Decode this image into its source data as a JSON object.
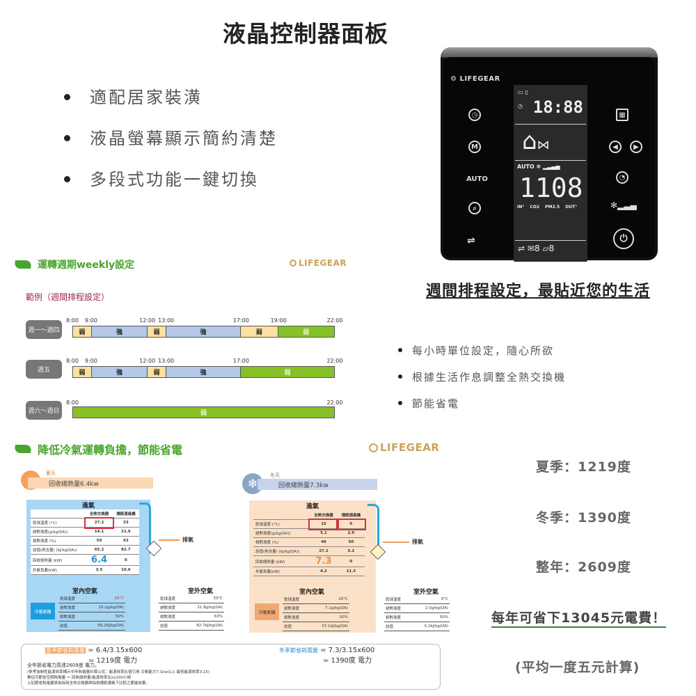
{
  "header": {
    "title": "液晶控制器面板",
    "features": [
      "適配居家裝潢",
      "液晶螢幕顯示簡約清楚",
      "多段式功能一鍵切換"
    ]
  },
  "device": {
    "brand": "LIFEGEAR",
    "lcd_time": "18:88",
    "lcd_mode": "AUTO",
    "lcd_value": "1108",
    "lcd_sensors": [
      "IN°",
      "CO2",
      "PM2.5",
      "OUT°"
    ],
    "lcd_bottom": [
      "8",
      "8"
    ],
    "left_buttons": [
      "clock-icon",
      "M",
      "AUTO",
      "search-icon",
      "heat-exchange-icon"
    ],
    "right_buttons": [
      "schedule-icon",
      "◀",
      "▶",
      "timer-icon",
      "fan-speed-icon",
      "power-icon"
    ]
  },
  "weekly": {
    "heading": "運轉週期weekly設定",
    "brand": "LIFEGEAR",
    "example_label": "範例（週間排程設定）",
    "colors": {
      "weak": "#fbe0a0",
      "strong": "#b4c9e8",
      "green": "#86c12a"
    },
    "rows": [
      {
        "label": "週一～週四",
        "ticks": [
          "8:00",
          "9:00",
          "12:00",
          "13:00",
          "17:00",
          "19:00",
          "22:00"
        ],
        "segments": [
          {
            "label": "弱",
            "type": "weak",
            "from": 8,
            "to": 9
          },
          {
            "label": "強",
            "type": "strong",
            "from": 9,
            "to": 12
          },
          {
            "label": "弱",
            "type": "weak",
            "from": 12,
            "to": 13
          },
          {
            "label": "強",
            "type": "strong",
            "from": 13,
            "to": 17
          },
          {
            "label": "弱",
            "type": "weak",
            "from": 17,
            "to": 19
          },
          {
            "label": "弱",
            "type": "green",
            "from": 19,
            "to": 22
          }
        ]
      },
      {
        "label": "週五",
        "ticks": [
          "8:00",
          "9:00",
          "12:00",
          "13:00",
          "17:00",
          "22:00"
        ],
        "segments": [
          {
            "label": "弱",
            "type": "weak",
            "from": 8,
            "to": 9
          },
          {
            "label": "強",
            "type": "strong",
            "from": 9,
            "to": 12
          },
          {
            "label": "弱",
            "type": "weak",
            "from": 12,
            "to": 13
          },
          {
            "label": "強",
            "type": "strong",
            "from": 13,
            "to": 17
          },
          {
            "label": "弱",
            "type": "green",
            "from": 17,
            "to": 22
          }
        ]
      },
      {
        "label": "週六～週日",
        "ticks": [
          "8:00",
          "22:00"
        ],
        "segments": [
          {
            "label": "弱",
            "type": "green",
            "from": 8,
            "to": 22
          }
        ]
      }
    ]
  },
  "schedule_info": {
    "heading": "週間排程設定，最貼近您的生活",
    "points": [
      "每小時單位設定，隨心所欲",
      "根據生活作息調整全熱交換機",
      "節能省電"
    ]
  },
  "energy": {
    "heading": "降低冷氣運轉負擔，節能省電",
    "brand": "LIFEGEAR",
    "summer": {
      "season": "夏天",
      "banner": "回收總熱量6.4kw",
      "supply_title": "進氣",
      "columns": [
        "",
        "全熱交換器",
        "傳統通風機"
      ],
      "rows": [
        [
          "乾球溫度 (°C)",
          "27.2",
          "33"
        ],
        [
          "絕對濕度(g/kg(DA))",
          "14.1",
          "21.9"
        ],
        [
          "相對濕度 (%)",
          "59",
          "63"
        ],
        [
          "焓值(熱含量) (kJ/kg(DA))",
          "65.2",
          "82.7"
        ],
        [
          "回收總熱量 (kW)",
          "6.4",
          "0"
        ],
        [
          "外氣負載(kW)",
          "3.5",
          "10.6"
        ]
      ],
      "exhaust_label": "排氣",
      "ac_label": "冷暖氣機",
      "indoor": {
        "title": "室內空氣",
        "rows": [
          [
            "乾球溫度",
            "26°C"
          ],
          [
            "絕對濕度",
            "10.2g/kg(DA)"
          ],
          [
            "相對濕度",
            "50%"
          ],
          [
            "焓值",
            "56.2kJ/kg(DA)"
          ]
        ]
      },
      "outdoor": {
        "title": "室外空氣",
        "rows": [
          [
            "乾球溫度",
            "33°C"
          ],
          [
            "絕對濕度",
            "21.8g/kg(DA)"
          ],
          [
            "相對濕度",
            "63%"
          ],
          [
            "焓值",
            "82.7kJ/kg(DA)"
          ]
        ]
      }
    },
    "winter": {
      "season": "冬天",
      "banner": "回收總熱量7.3kw",
      "supply_title": "進氣",
      "columns": [
        "",
        "全熱交換器",
        "傳統通風機"
      ],
      "rows": [
        [
          "乾球溫度 (°C)",
          "15",
          "0"
        ],
        [
          "絕對濕度(g/kg(DA))",
          "5.1",
          "2.0"
        ],
        [
          "相對濕度 (%)",
          "46",
          "50"
        ],
        [
          "焓值(熱含量) (kJ/kg(DA))",
          "27.1",
          "5.2"
        ],
        [
          "回收總熱量 (kW)",
          "7.3",
          "0"
        ],
        [
          "外氣負載(kW)",
          "4.2",
          "11.3"
        ]
      ],
      "exhaust_label": "排氣",
      "ac_label": "冷暖氣機",
      "indoor": {
        "title": "室內空氣",
        "rows": [
          [
            "乾球溫度",
            "20°C"
          ],
          [
            "絕對濕度",
            "7.1g/kg(DA)"
          ],
          [
            "相對濕度",
            "50%"
          ],
          [
            "焓值",
            "37.1kJ/kg(DA)"
          ]
        ]
      },
      "outdoor": {
        "title": "室外空氣",
        "rows": [
          [
            "乾球溫度",
            "0°C"
          ],
          [
            "絕對濕度",
            "2.0g/kg(DA)"
          ],
          [
            "相對濕度",
            "50%"
          ],
          [
            "焓值",
            "5.2kJ/kg(DA)"
          ]
        ]
      }
    },
    "calc": {
      "summer_label": "夏季節省耗電量",
      "summer_formula": "= 6.4/3.15x600",
      "summer_result": "= 1219度 電力",
      "winter_label": "冬季節省耗電量",
      "winter_formula": "= 7.3/3.15x600",
      "winter_result": "= 1390度 電力",
      "note1": "全年節省電力高達2609度 電力。",
      "note2": "(參考強制性能源效率標示中年耗電量計算公式：能源效率比值引用 冷氣能力7.1kw以上 最低能源效率3.15)",
      "note3": "推估可節省空調耗電量 ＝ 回收總熱量/能源效率比x1200小時",
      "note4": "上記節省耗電量係為採用全熱交換器與採用傳統通風下比較之節能效果。"
    }
  },
  "summary": {
    "summer": "夏季：1219度",
    "winter": "冬季：1390度",
    "year": "整年：2609度",
    "saving": "每年可省下13045元電費！",
    "basis": "(平均一度五元計算)"
  }
}
